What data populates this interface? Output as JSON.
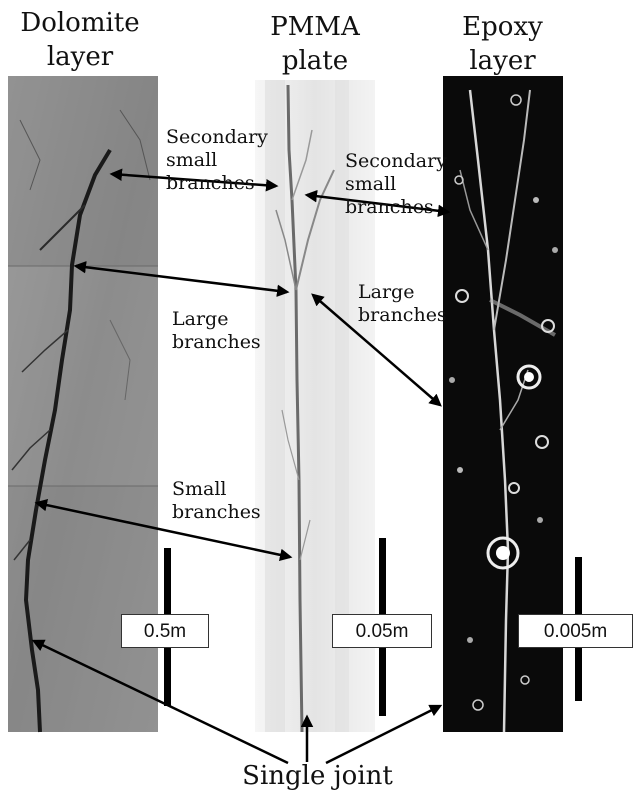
{
  "columns": {
    "dolomite": {
      "line1": "Dolomite",
      "line2": "layer",
      "scale": "0.5m"
    },
    "pmma": {
      "line1": "PMMA",
      "line2": "plate",
      "scale": "0.05m"
    },
    "epoxy": {
      "line1": "Epoxy",
      "line2": "layer",
      "scale": "0.005m"
    }
  },
  "callouts": {
    "secondary_left": [
      "Secondary",
      "small",
      "branches"
    ],
    "secondary_right": [
      "Secondary",
      "small",
      "branches"
    ],
    "large_left": [
      "Large",
      "branches"
    ],
    "large_right": [
      "Large",
      "branches"
    ],
    "small": [
      "Small",
      "branches"
    ]
  },
  "bottom_label": "Single joint",
  "colors": {
    "dolomite_bg": "#8a8a8a",
    "pmma_bg": "#eeeeee",
    "epoxy_bg": "#0a0a0a",
    "arrow": "#000000"
  }
}
